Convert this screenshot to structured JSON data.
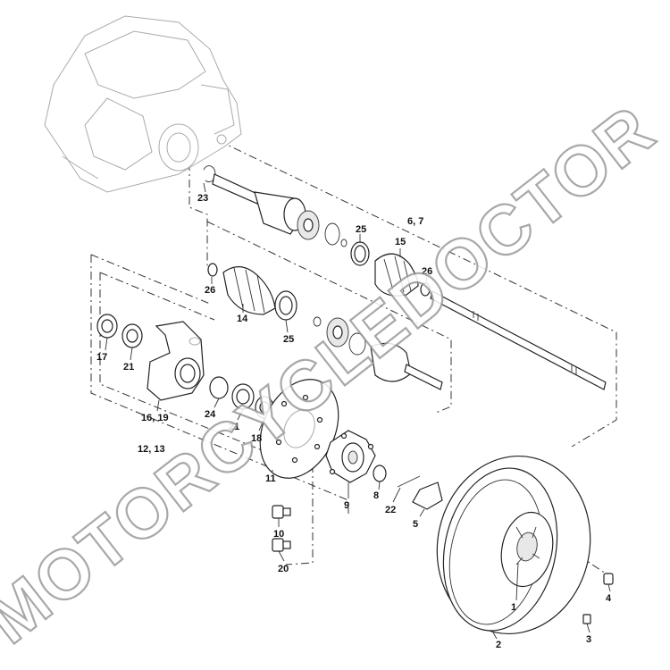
{
  "watermark": "MOTORCYCLEDOCTOR",
  "callouts": [
    {
      "id": "23",
      "text": "23"
    },
    {
      "id": "6-7",
      "text": "6, 7"
    },
    {
      "id": "25a",
      "text": "25"
    },
    {
      "id": "15",
      "text": "15"
    },
    {
      "id": "26a",
      "text": "26"
    },
    {
      "id": "26b",
      "text": "26"
    },
    {
      "id": "14",
      "text": "14"
    },
    {
      "id": "25b",
      "text": "25"
    },
    {
      "id": "17",
      "text": "17"
    },
    {
      "id": "21a",
      "text": "21"
    },
    {
      "id": "24",
      "text": "24"
    },
    {
      "id": "21b",
      "text": "21"
    },
    {
      "id": "18",
      "text": "18"
    },
    {
      "id": "16-19",
      "text": "16, 19"
    },
    {
      "id": "12-13",
      "text": "12, 13"
    },
    {
      "id": "11",
      "text": "11"
    },
    {
      "id": "9",
      "text": "9"
    },
    {
      "id": "8",
      "text": "8"
    },
    {
      "id": "22",
      "text": "22"
    },
    {
      "id": "5",
      "text": "5"
    },
    {
      "id": "10",
      "text": "10"
    },
    {
      "id": "20",
      "text": "20"
    },
    {
      "id": "4",
      "text": "4"
    },
    {
      "id": "1",
      "text": "1"
    },
    {
      "id": "2",
      "text": "2"
    },
    {
      "id": "3",
      "text": "3"
    }
  ]
}
